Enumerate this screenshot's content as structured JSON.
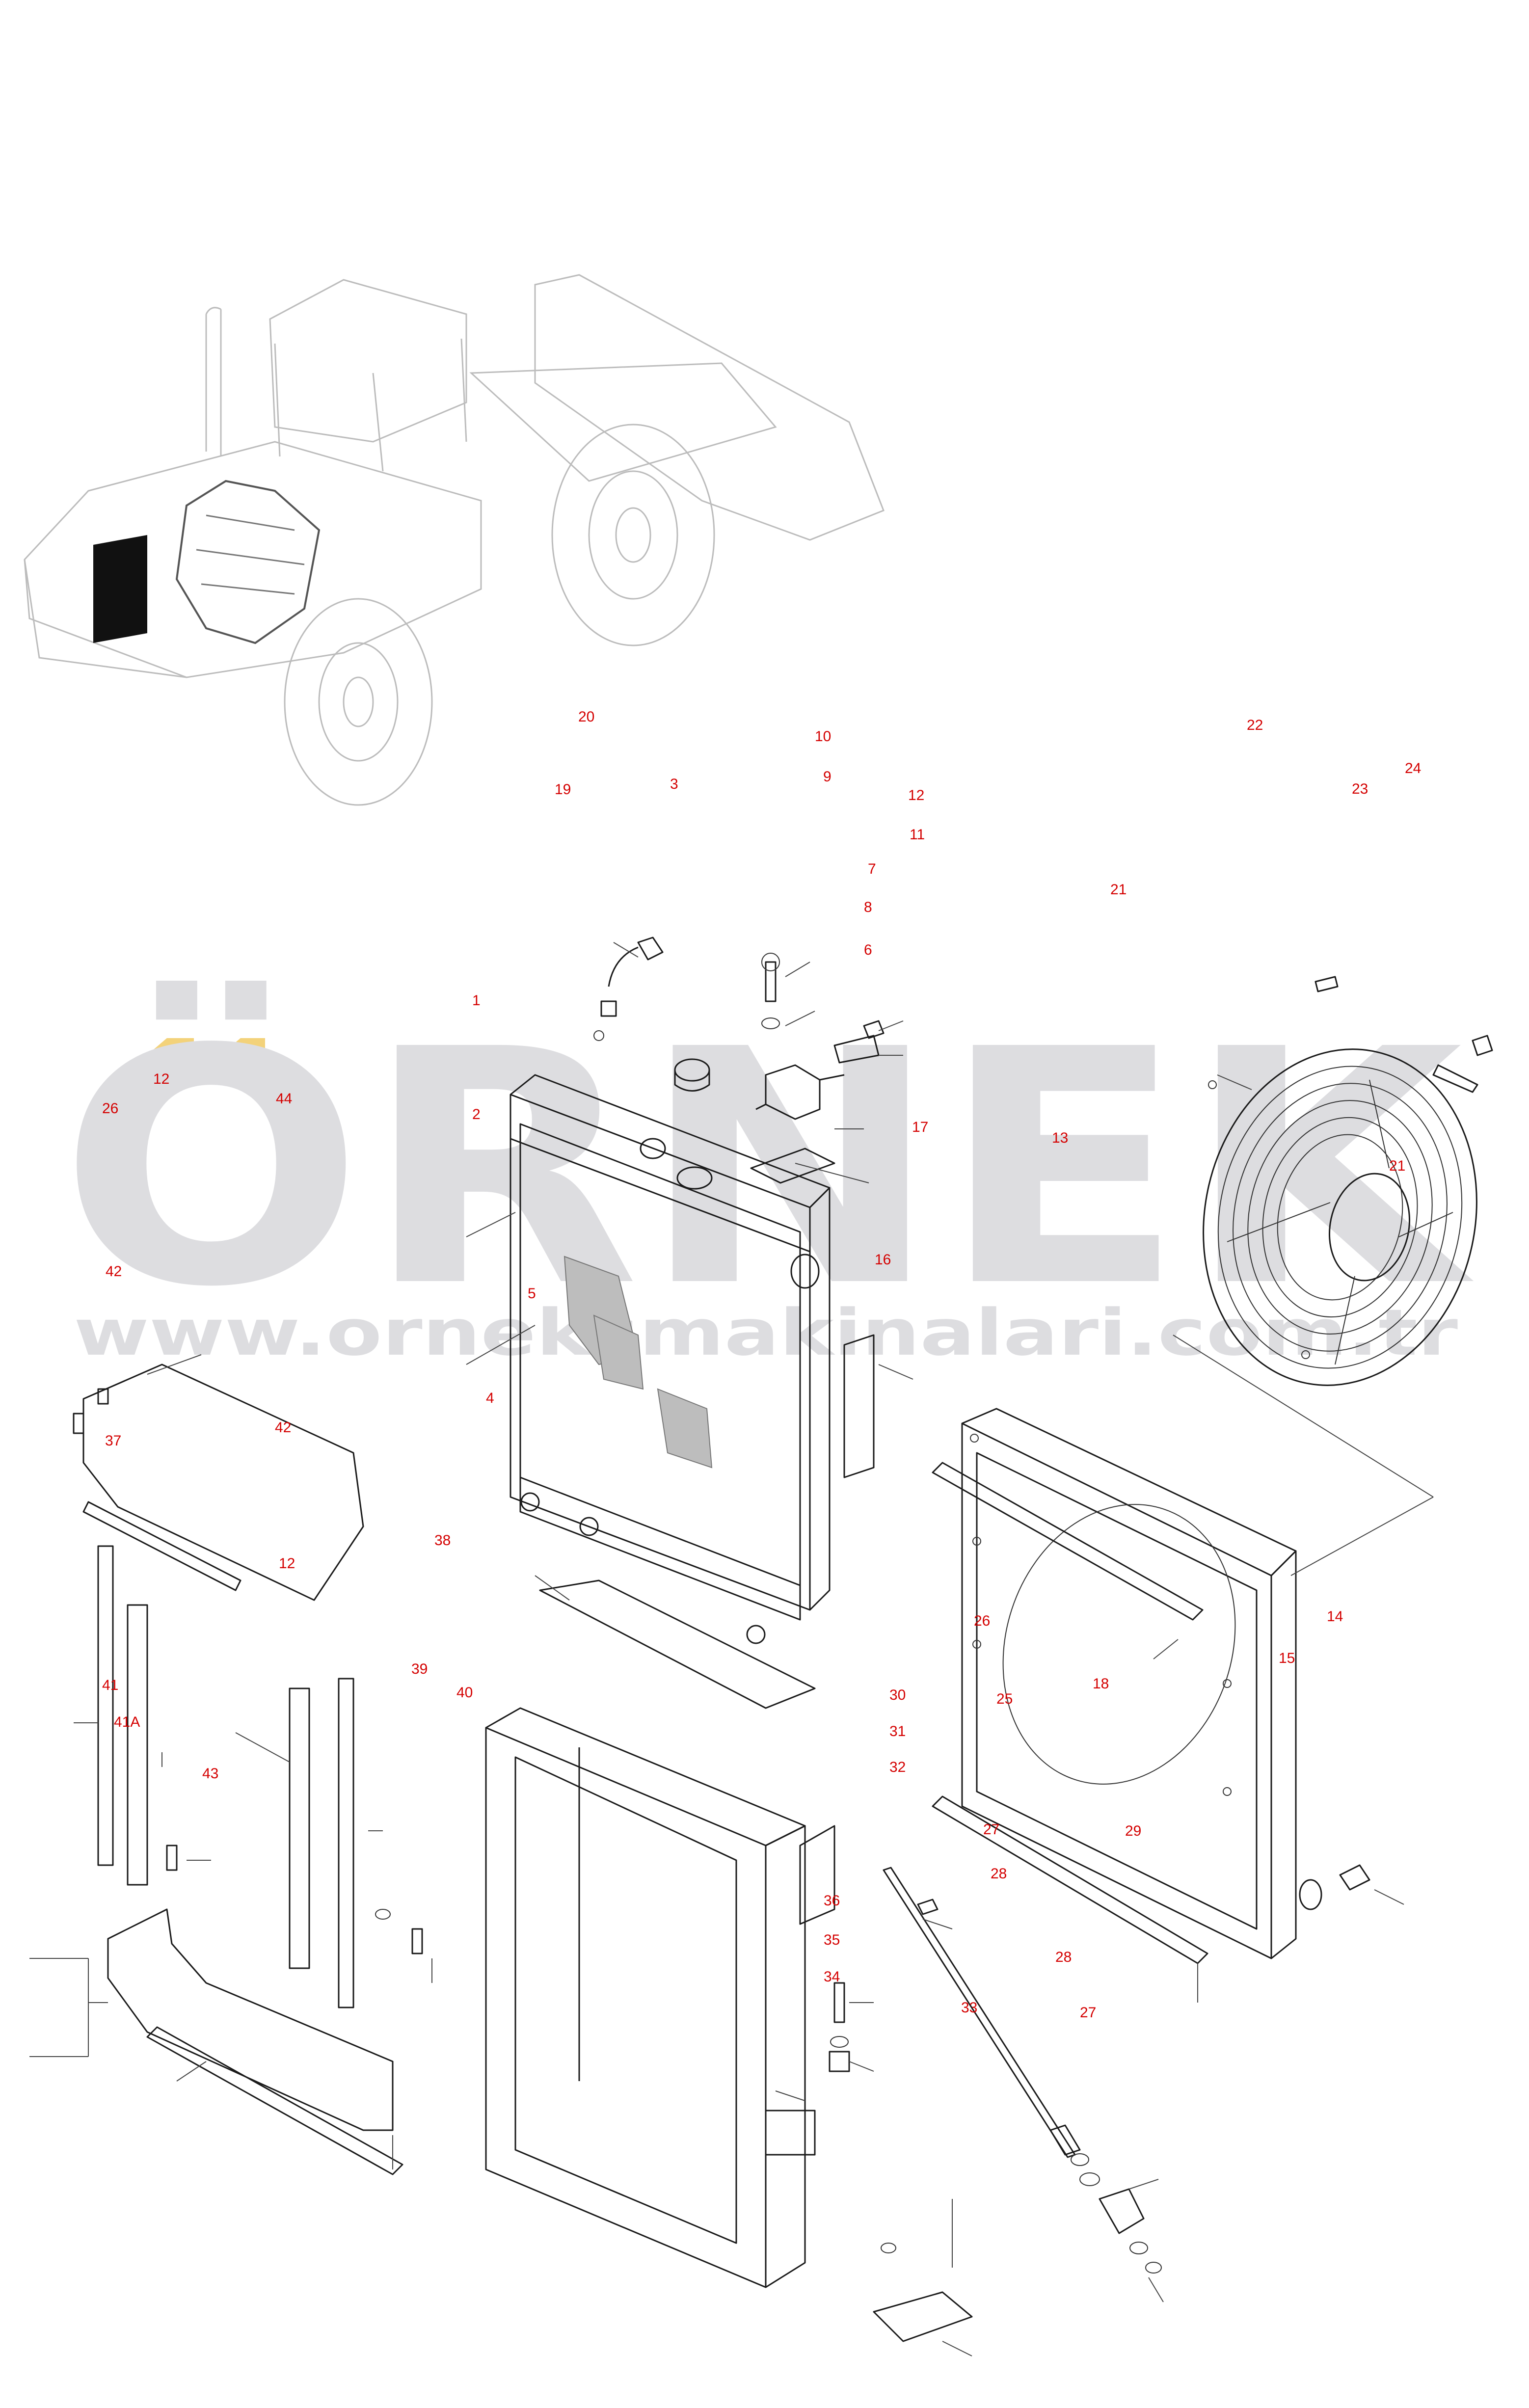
{
  "watermark": {
    "brand": "ÖRNEK",
    "url": "www.orneksmakinalari.com.tr",
    "color": "#dddde0",
    "accent": "#f3d27a"
  },
  "callout_color": "#d40000",
  "callouts": [
    {
      "id": "c-20",
      "label": "20"
    },
    {
      "id": "c-10",
      "label": "10"
    },
    {
      "id": "c-22",
      "label": "22"
    },
    {
      "id": "c-24",
      "label": "24"
    },
    {
      "id": "c-19",
      "label": "19"
    },
    {
      "id": "c-3",
      "label": "3"
    },
    {
      "id": "c-9",
      "label": "9"
    },
    {
      "id": "c-12a",
      "label": "12"
    },
    {
      "id": "c-23",
      "label": "23"
    },
    {
      "id": "c-11",
      "label": "11"
    },
    {
      "id": "c-7",
      "label": "7"
    },
    {
      "id": "c-21a",
      "label": "21"
    },
    {
      "id": "c-8",
      "label": "8"
    },
    {
      "id": "c-6",
      "label": "6"
    },
    {
      "id": "c-1",
      "label": "1"
    },
    {
      "id": "c-12b",
      "label": "12"
    },
    {
      "id": "c-26a",
      "label": "26"
    },
    {
      "id": "c-44",
      "label": "44"
    },
    {
      "id": "c-2",
      "label": "2"
    },
    {
      "id": "c-17",
      "label": "17"
    },
    {
      "id": "c-13",
      "label": "13"
    },
    {
      "id": "c-21b",
      "label": "21"
    },
    {
      "id": "c-16",
      "label": "16"
    },
    {
      "id": "c-42a",
      "label": "42"
    },
    {
      "id": "c-5",
      "label": "5"
    },
    {
      "id": "c-4",
      "label": "4"
    },
    {
      "id": "c-37",
      "label": "37"
    },
    {
      "id": "c-42b",
      "label": "42"
    },
    {
      "id": "c-38",
      "label": "38"
    },
    {
      "id": "c-12c",
      "label": "12"
    },
    {
      "id": "c-14",
      "label": "14"
    },
    {
      "id": "c-26b",
      "label": "26"
    },
    {
      "id": "c-15",
      "label": "15"
    },
    {
      "id": "c-39",
      "label": "39"
    },
    {
      "id": "c-18",
      "label": "18"
    },
    {
      "id": "c-41",
      "label": "41"
    },
    {
      "id": "c-40",
      "label": "40"
    },
    {
      "id": "c-30",
      "label": "30"
    },
    {
      "id": "c-25",
      "label": "25"
    },
    {
      "id": "c-41a",
      "label": "41A"
    },
    {
      "id": "c-31",
      "label": "31"
    },
    {
      "id": "c-43",
      "label": "43"
    },
    {
      "id": "c-32",
      "label": "32"
    },
    {
      "id": "c-27a",
      "label": "27"
    },
    {
      "id": "c-29",
      "label": "29"
    },
    {
      "id": "c-28a",
      "label": "28"
    },
    {
      "id": "c-36",
      "label": "36"
    },
    {
      "id": "c-35",
      "label": "35"
    },
    {
      "id": "c-28b",
      "label": "28"
    },
    {
      "id": "c-34",
      "label": "34"
    },
    {
      "id": "c-33",
      "label": "33"
    },
    {
      "id": "c-27b",
      "label": "27"
    }
  ]
}
